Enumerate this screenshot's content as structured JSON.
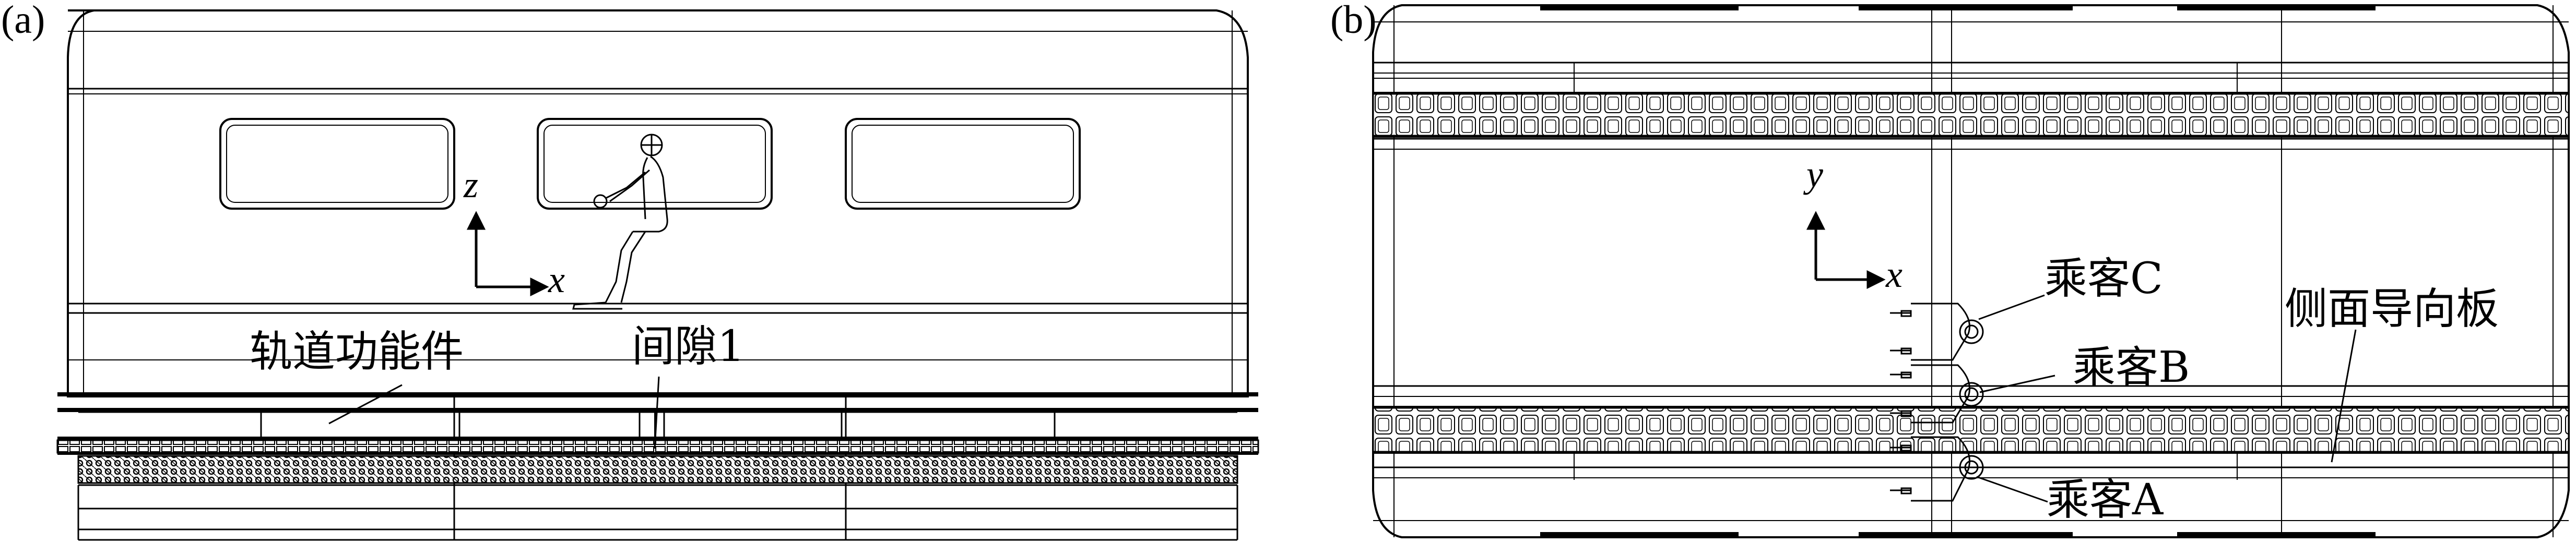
{
  "panel_a": {
    "label": "(a)",
    "axis_vertical": "z",
    "axis_horizontal": "x",
    "callout_rail": "轨道功能件",
    "callout_gap": "间隙1"
  },
  "panel_b": {
    "label": "(b)",
    "axis_vertical": "y",
    "axis_horizontal": "x",
    "callout_passenger_c": "乘客C",
    "callout_passenger_b": "乘客B",
    "callout_passenger_a": "乘客A",
    "callout_side_guide": "侧面导向板"
  }
}
